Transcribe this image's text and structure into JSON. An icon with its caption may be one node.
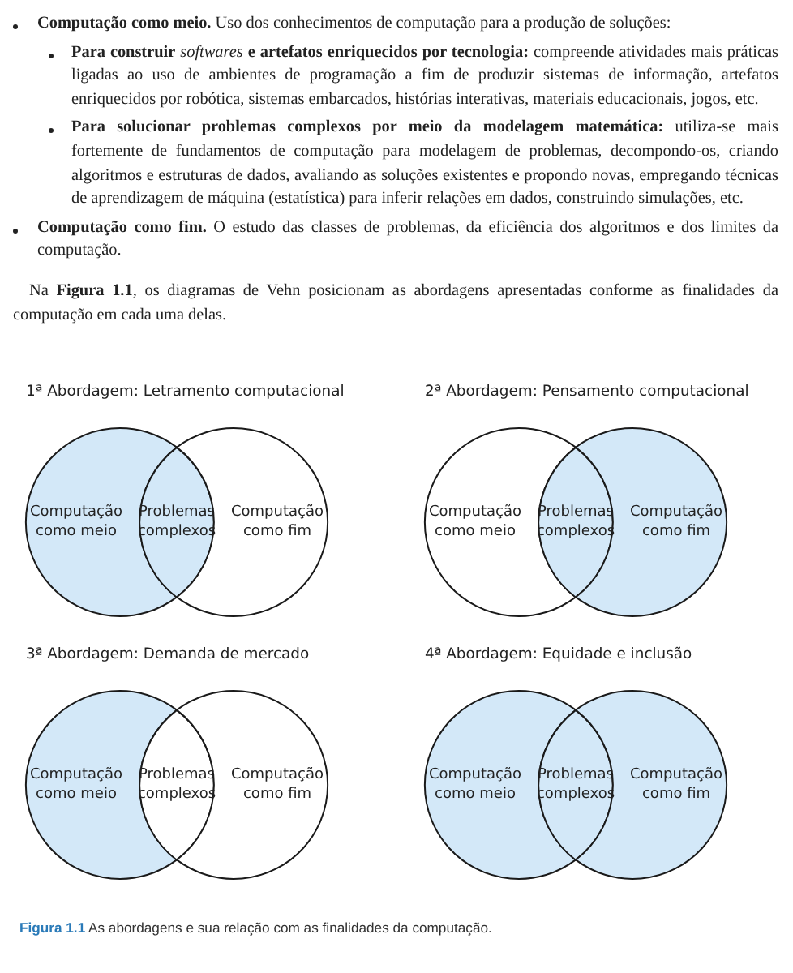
{
  "diagram": {
    "caption": "**Figura 1.1** As abordagens e sua relação com as finalidades da computação.",
    "nodes": [
      {
        "text": [
          "Computação como meio"
        ]
      },
      {
        "text": [
          "Problemas complexos"
        ]
      },
      {
        "text": [
          "Computação como fim"
        ]
      },
      {
        "text": [
          "Computação como meio"
        ]
      },
      {
        "text": [
          "Problemas complexos"
        ]
      },
      {
        "text": [
          "Computação como fim"
        ]
      },
      {
        "text": [
          "Computação como meio"
        ]
      },
      {
        "text": [
          "Problemas complexos"
        ]
      },
      {
        "text": [
          "Computação como fim"
        ]
      },
      {
        "text": [
          "Computação como meio"
        ]
      },
      {
        "text": [
          "Problemas complexos"
        ]
      },
      {
        "text": [
          "Computação como fim"
        ]
      }
    ],
    "edges": [],
    "labels": [
      "**Computação como meio.** Uso dos conhecimentos de computação para a produção de soluções:",
      "**Para construir** *softwares* **e artefatos enriquecidos por tecnologia:** compreende atividades mais práticas ligadas ao uso de ambientes de programação a fim de produzir sistemas de informação, artefatos enriquecidos por robótica, sistemas embarcados, histórias interativas, materiais educacionais, jogos, etc.",
      "**Para solucionar problemas complexos por meio da modelagem matemática:** utiliza-se mais fortemente de fundamentos de computação para modelagem de problemas, decompondo-os, criando algoritmos e estruturas de dados, avaliando as soluções existentes e propondo novas, empregando técnicas de aprendizagem de máquina (estatística) para inferir relações em dados, construindo simulações, etc.",
      "**Computação como fim.** O estudo das classes de problemas, da eficiência dos algoritmos e dos limites da computação.",
      "Na **Figura 1.1**, os diagramas de Vehn posicionam as abordagens apresentadas conforme as finalidades da computação em cada uma delas.",
      "1ª Abordagem: Letramento computacional",
      "2ª Abordagem: Pensamento computacional",
      "3ª Abordagem: Demanda de mercado",
      "4ª Abordagem: Equidade e inclusão"
    ]
  }
}
